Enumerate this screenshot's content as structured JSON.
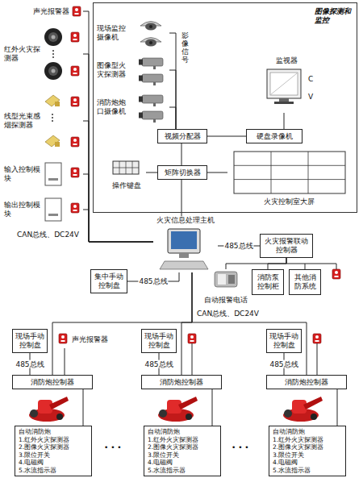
{
  "diagram": {
    "nodes": [
      {
        "text": [
          "图像探测和监控"
        ]
      },
      {
        "text": [
          "现场监控摄像机"
        ],
        "in": 0
      },
      {
        "text": [
          "图像型火灾探测器"
        ],
        "in": 0
      },
      {
        "text": [
          "消防炮炮口摄像机"
        ],
        "in": 0
      },
      {
        "text": [
          "监视器"
        ],
        "in": 0
      },
      {
        "text": [
          "视频分配器"
        ],
        "in": 0
      },
      {
        "text": [
          "硬盘录像机"
        ],
        "in": 0
      },
      {
        "text": [
          "操作键盘"
        ],
        "in": 0
      },
      {
        "text": [
          "矩阵切换器"
        ],
        "in": 0
      },
      {
        "text": [
          "火灾控制室大屏"
        ],
        "in": 0
      },
      {
        "text": [
          "声光报警器"
        ]
      },
      {
        "text": [
          "红外火灾探测器"
        ]
      },
      {
        "text": [
          "线型光束感烟探测器"
        ]
      },
      {
        "text": [
          "输入控制模块"
        ]
      },
      {
        "text": [
          "输出控制模块"
        ]
      },
      {
        "text": [
          "火灾信息处理主机"
        ]
      },
      {
        "text": [
          "火灾报警联动控制器"
        ]
      },
      {
        "text": [
          "集中手动控制盘"
        ]
      },
      {
        "text": [
          "自动报警电话"
        ]
      },
      {
        "text": [
          "消防泵控制柜"
        ]
      },
      {
        "text": [
          "其他消防系统"
        ]
      },
      {
        "text": [
          "现场手动控制盘"
        ]
      },
      {
        "text": [
          "声光报警器"
        ]
      },
      {
        "text": [
          "消防炮控制器"
        ]
      },
      {
        "text": [
          "自动消防炮",
          "1.红外火灾探测器",
          "2.图像火灾探测器",
          "3.限位开关",
          "4.电磁阀",
          "5.水流指示器"
        ]
      },
      {
        "text": [
          "现场手动控制盘"
        ]
      },
      {
        "text": [
          "消防炮控制器"
        ]
      },
      {
        "text": [
          "自动消防炮",
          "1.红外火灾探测器",
          "2.图像火灾探测器",
          "3.限位开关",
          "4.电磁阀",
          "5.水流指示器"
        ]
      },
      {
        "text": [
          "现场手动控制盘"
        ]
      },
      {
        "text": [
          "消防炮控制器"
        ]
      },
      {
        "text": [
          "自动消防炮",
          "1.红外火灾探测器",
          "2.图像火灾探测器",
          "3.限位开关",
          "4.电磁阀",
          "5.水流指示器"
        ]
      }
    ],
    "edges": [
      {
        "from": 1,
        "to": 5,
        "arrow": "none"
      },
      {
        "from": 2,
        "to": 5,
        "arrow": "none"
      },
      {
        "from": 3,
        "to": 5,
        "arrow": "none"
      },
      {
        "from": 5,
        "to": 6,
        "arrow": "none"
      },
      {
        "from": 6,
        "to": 4,
        "arrow": "none"
      },
      {
        "from": 5,
        "to": 8,
        "arrow": "none"
      },
      {
        "from": 7,
        "to": 8,
        "arrow": "none"
      },
      {
        "from": 8,
        "to": 9,
        "arrow": "none"
      },
      {
        "from": 8,
        "to": 15,
        "arrow": "none"
      },
      {
        "from": 10,
        "to": 15,
        "arrow": "none"
      },
      {
        "from": 11,
        "to": 15,
        "arrow": "none"
      },
      {
        "from": 12,
        "to": 15,
        "arrow": "none"
      },
      {
        "from": 13,
        "to": 15,
        "arrow": "none"
      },
      {
        "from": 14,
        "to": 15,
        "arrow": "none"
      },
      {
        "from": 15,
        "to": 16,
        "label": "485总线",
        "arrow": "none"
      },
      {
        "from": 16,
        "to": 18,
        "arrow": "none"
      },
      {
        "from": 16,
        "to": 19,
        "arrow": "none"
      },
      {
        "from": 16,
        "to": 20,
        "arrow": "none"
      },
      {
        "from": 17,
        "to": 15,
        "label": "485总线",
        "arrow": "none"
      },
      {
        "from": 15,
        "to": 23,
        "arrow": "none"
      },
      {
        "from": 15,
        "to": 26,
        "arrow": "none"
      },
      {
        "from": 15,
        "to": 29,
        "arrow": "none"
      },
      {
        "from": 21,
        "to": 23,
        "label": "485总线",
        "arrow": "none"
      },
      {
        "from": 22,
        "to": 23,
        "arrow": "none"
      },
      {
        "from": 23,
        "to": 24,
        "arrow": "none"
      },
      {
        "from": 25,
        "to": 26,
        "label": "485总线",
        "arrow": "none"
      },
      {
        "from": 26,
        "to": 27,
        "arrow": "none"
      },
      {
        "from": 28,
        "to": 29,
        "label": "485总线",
        "arrow": "none"
      },
      {
        "from": 29,
        "to": 30,
        "arrow": "none"
      }
    ],
    "labels": [
      "影像信号",
      "C",
      "V",
      "CAN总线、DC24V",
      "CAN总线、DC24V",
      "• • •",
      "• • •"
    ]
  }
}
